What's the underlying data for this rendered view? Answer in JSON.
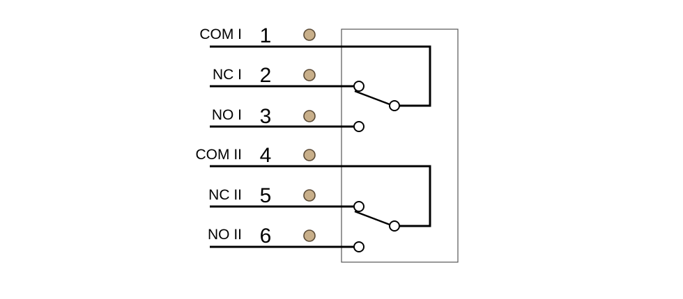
{
  "colors": {
    "terminal_fill": "#c8af8a",
    "terminal_stroke": "#5a4a36",
    "wire": "#000000",
    "housing": "#555555"
  },
  "pins": [
    {
      "id": "com-1",
      "label": "COM I",
      "number": "1"
    },
    {
      "id": "nc-1",
      "label": "NC I",
      "number": "2"
    },
    {
      "id": "no-1",
      "label": "NO I",
      "number": "3"
    },
    {
      "id": "com-2",
      "label": "COM II",
      "number": "4"
    },
    {
      "id": "nc-2",
      "label": "NC II",
      "number": "5"
    },
    {
      "id": "no-2",
      "label": "NO II",
      "number": "6"
    }
  ]
}
